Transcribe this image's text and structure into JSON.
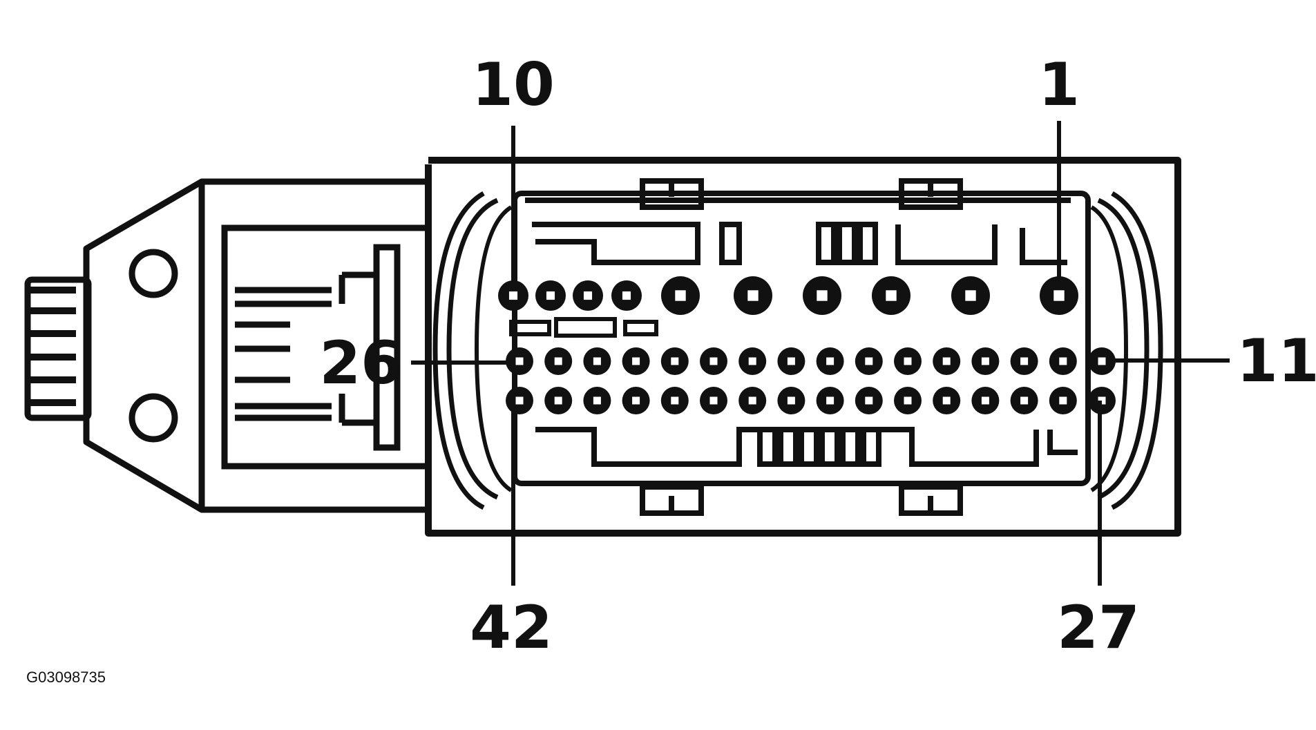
{
  "diagram": {
    "pin_labels": {
      "top_left": "10",
      "top_right": "1",
      "middle_left": "26",
      "middle_right": "11",
      "bottom_left": "42",
      "bottom_right": "27"
    },
    "figure_id": "G03098735",
    "colors": {
      "ink": "#111111",
      "background": "#ffffff"
    }
  }
}
